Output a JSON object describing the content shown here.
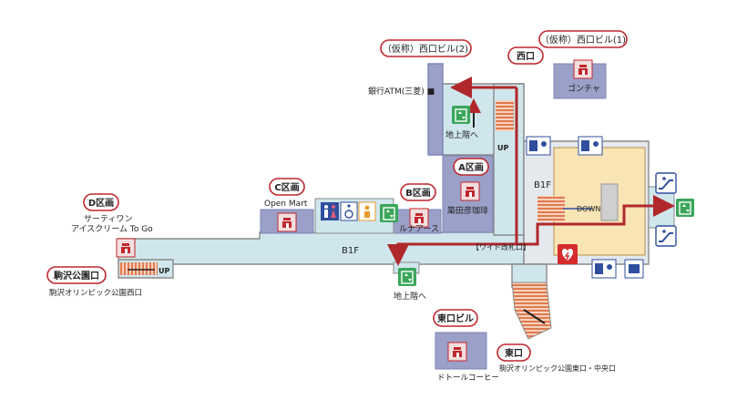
{
  "labels": {
    "west_bldg2": "（仮称）西口ビル(2)",
    "west_bldg1": "（仮称）西口ビル(1)",
    "west_exit": "西口",
    "atm": "銀行ATM(三菱) ■",
    "gongcha": "ゴンチャ",
    "to_ground_top": "地上階へ",
    "to_ground_bottom": "地上階へ",
    "up_top": "UP",
    "up_left": "UP",
    "zone_a": "A区画",
    "zone_b": "B区画",
    "zone_c": "C区画",
    "zone_d": "D区画",
    "yanagita": "築田彦珈琲",
    "lunar": "ルナアース",
    "open_mart": "Open Mart",
    "thirty_one_1": "サーティワン",
    "thirty_one_2": "アイスクリーム To Go",
    "b1f_main": "B1F",
    "b1f_right": "B1F",
    "down": "DOWN",
    "wide_gate": "【ワイド改札口】",
    "komazawa_exit": "駒沢公園口",
    "komazawa_sub": "駒沢オリンピック公園西口",
    "east_bldg": "東口ビル",
    "doutor": "ドトールコーヒー",
    "east_exit": "東口",
    "east_sub": "駒沢オリンピック公園東口・中央口"
  },
  "icons": {
    "shop": "shop-icon",
    "escalator": "escalator-icon",
    "elevator": "elevator-icon",
    "restroom": "restroom-icon",
    "wheelchair": "wheelchair-icon",
    "aed": "aed-icon",
    "ticket": "ticket-machine-icon"
  },
  "colors": {
    "route": "#b0282c",
    "corridor": "#cfe6ec",
    "zone": "#9aa0c8",
    "platform": "#f8e4b4",
    "stairs": "#e07a4f",
    "accent": "#c0272d"
  }
}
